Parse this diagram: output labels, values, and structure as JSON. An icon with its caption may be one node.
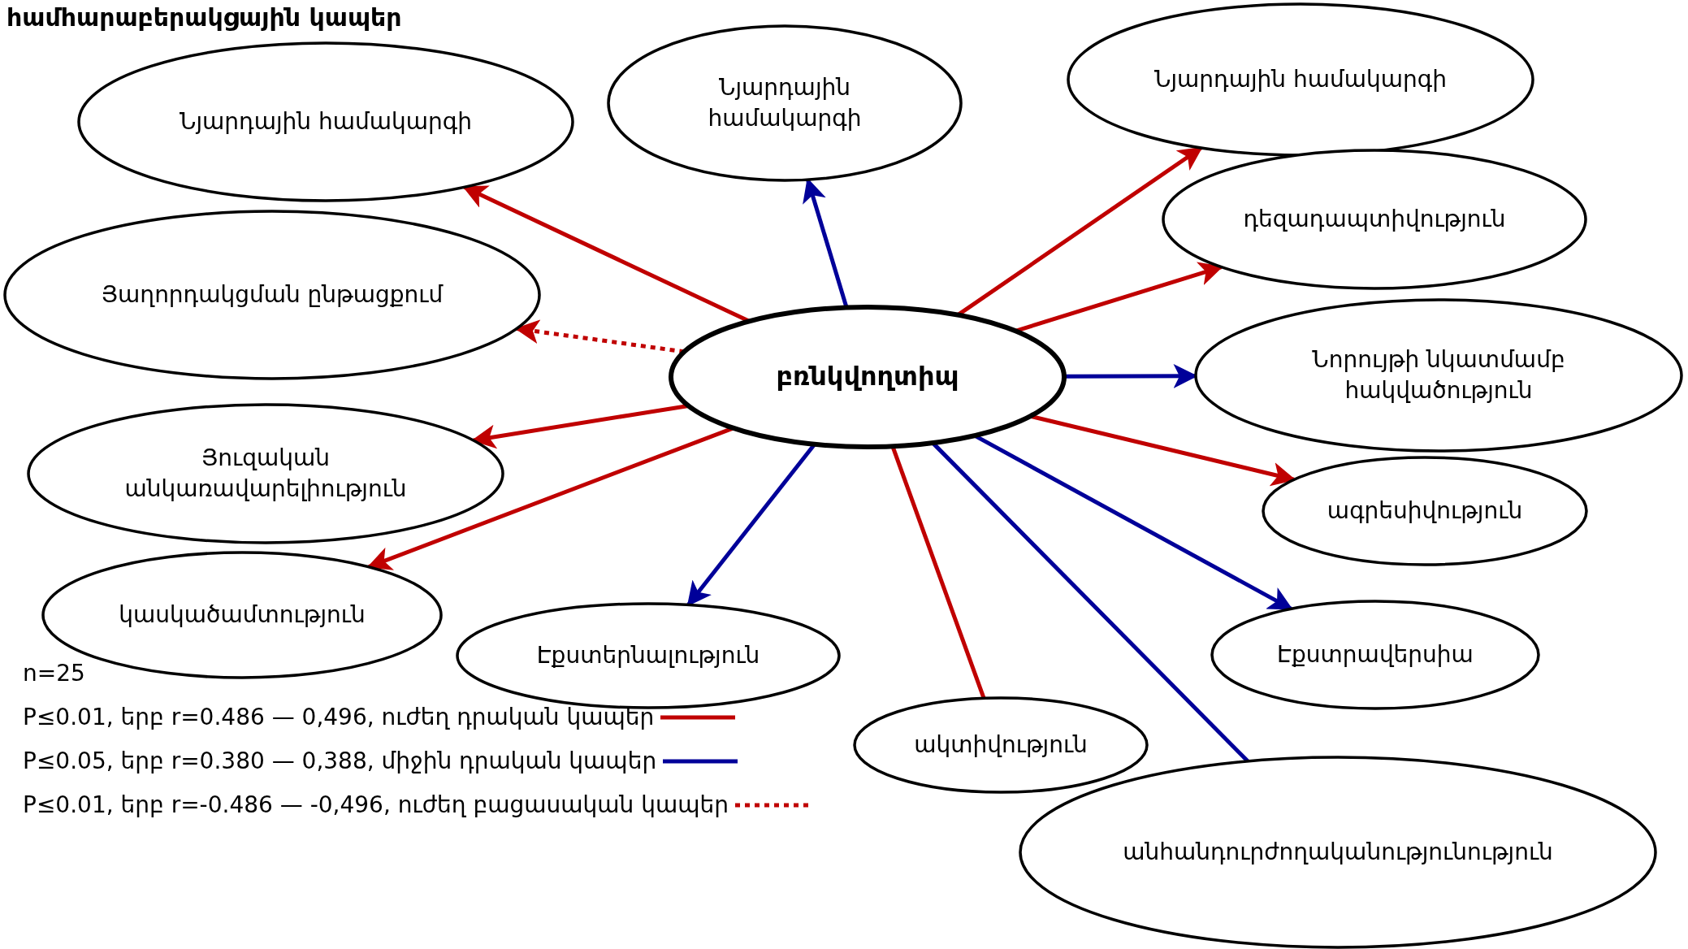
{
  "diagram": {
    "title": "համհարաբերակցային կապեր",
    "nodes": [
      {
        "text": [
          "բռնկվողտիպ"
        ]
      },
      {
        "text": [
          "Նյարդային համակարգի"
        ]
      },
      {
        "text": [
          "Նյարդային համակարգի"
        ]
      },
      {
        "text": [
          "Նյարդային համակարգի"
        ]
      },
      {
        "text": [
          "դեզադապտիվություն"
        ]
      },
      {
        "text": [
          "Նորույթի նկատմամբ հակվածություն"
        ]
      },
      {
        "text": [
          "Յաղորդակցման ընթացքում"
        ]
      },
      {
        "text": [
          "Յուզական անկառավարելիություն"
        ]
      },
      {
        "text": [
          "կասկածամտություն"
        ]
      },
      {
        "text": [
          "Էքստերնալություն"
        ]
      },
      {
        "text": [
          "ագրեսիվություն"
        ]
      },
      {
        "text": [
          "Էքստրավերսիա"
        ]
      },
      {
        "text": [
          "ակտիվություն"
        ]
      },
      {
        "text": [
          "անհանդուրժողականությունություն"
        ]
      }
    ],
    "edges": [
      {
        "from": 0,
        "to": 1,
        "arrow": "to"
      },
      {
        "from": 0,
        "to": 2,
        "arrow": "to",
        "color": "#000099"
      },
      {
        "from": 0,
        "to": 3,
        "arrow": "to"
      },
      {
        "from": 0,
        "to": 4,
        "arrow": "to"
      },
      {
        "from": 0,
        "to": 5,
        "arrow": "to",
        "color": "#000099"
      },
      {
        "from": 0,
        "to": 6,
        "arrow": "to",
        "style": "dashed"
      },
      {
        "from": 0,
        "to": 7,
        "arrow": "to"
      },
      {
        "from": 0,
        "to": 8,
        "arrow": "to"
      },
      {
        "from": 0,
        "to": 9,
        "arrow": "to",
        "color": "#000099"
      },
      {
        "from": 0,
        "to": 10,
        "arrow": "to"
      },
      {
        "from": 0,
        "to": 11,
        "arrow": "to",
        "color": "#000099"
      },
      {
        "from": 0,
        "to": 12,
        "arrow": "none"
      },
      {
        "from": 0,
        "to": 13,
        "arrow": "none",
        "color": "#000099"
      }
    ],
    "labels": [
      "n=25"
    ],
    "legend": [
      {
        "text": "P≤0.01, երբ r=0.486 — 0,496, ուժեղ դրական կապեր"
      },
      {
        "text": "P≤0.05, երբ r=0.380 — 0,388, միջին դրական կապեր"
      },
      {
        "text": "P≤0.01, երբ r=-0.486 — -0,496, ուժեղ բացասական կապեր"
      }
    ]
  }
}
